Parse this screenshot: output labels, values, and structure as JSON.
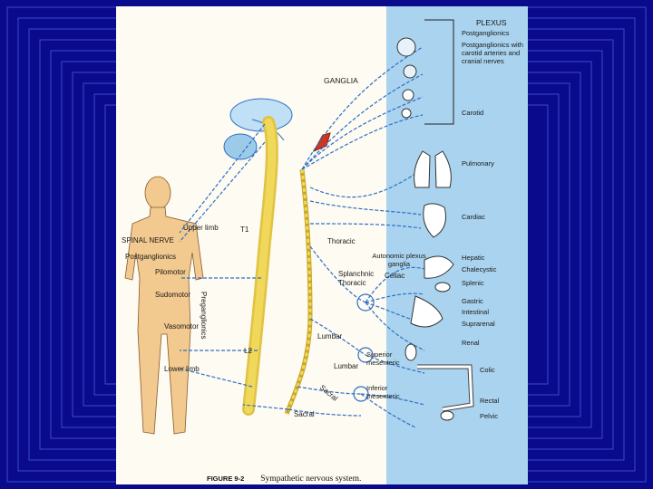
{
  "slide": {
    "border_colors": [
      "#0a0a8c",
      "#3040c8"
    ]
  },
  "figure": {
    "caption_number": "FIGURE 9-2",
    "caption_text": "Sympathetic nervous system.",
    "plexus_header": "PLEXUS",
    "ganglia_header": "GANGLIA",
    "left_labels": {
      "spinal_nerve": "SPINAL NERVE",
      "postganglionics": "Postganglionics",
      "upper_limb": "Upper limb",
      "t1": "T1",
      "pilomotor": "Pilomotor",
      "sudomotor": "Sudomotor",
      "vasomotor": "Vasomotor",
      "lower_limb": "Lower limb",
      "l2": "L2",
      "preganglionics": "Preganglionics"
    },
    "chain_labels": {
      "thoracic": "Thoracic",
      "autonomic_plexus_ganglia": "Autonomic plexus ganglia",
      "splanchnic_thoracic": "Splanchnic Thoracic",
      "celiac": "Celiac",
      "lumbar": "Lumbar",
      "lumbar2": "Lumbar",
      "superior_mesenteric": "Superior mesenteric",
      "inferior_mesenteric": "Inferior mesenteric",
      "sacral": "Sacral",
      "sacral2": "Sacral"
    },
    "plexus_labels": {
      "postganglionics": "Postganglionics",
      "postganglionics_carotid": "Postganglionics with carotid arteries and cranial nerves",
      "carotid": "Carotid",
      "pulmonary": "Pulmonary",
      "cardiac": "Cardiac",
      "hepatic": "Hepatic",
      "chalecystic": "Chalecystic",
      "splenic": "Splenic",
      "gastric": "Gastric",
      "intestinal": "Intestinal",
      "suprarenal": "Suprarenal",
      "renal": "Renal",
      "colic": "Colic",
      "rectal": "Rectal",
      "pelvic": "Pelvic"
    },
    "colors": {
      "nerve": "#2f6fc4",
      "spine": "#f0d85a",
      "body": "#f2c98f",
      "plexus_panel": "#a9d3ee"
    }
  }
}
